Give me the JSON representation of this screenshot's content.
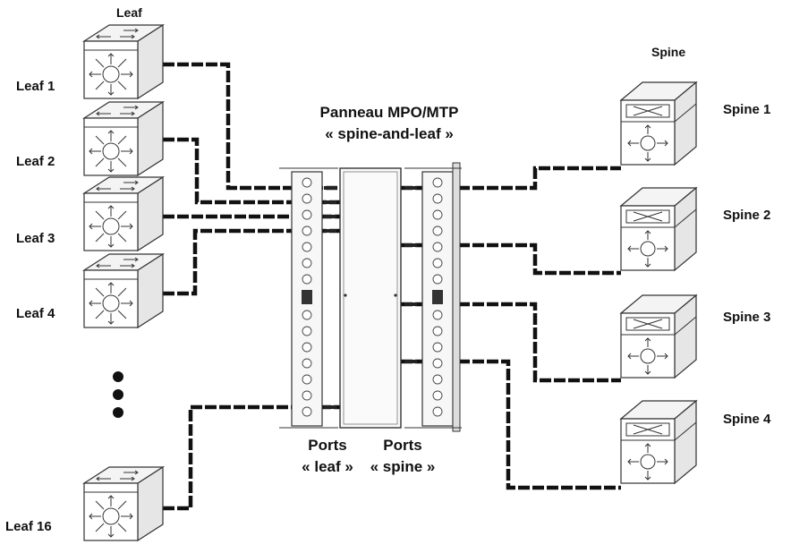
{
  "header": {
    "leaf_group": "Leaf",
    "spine_group": "Spine"
  },
  "panel": {
    "title_line1": "Panneau MPO/MTP",
    "title_line2": "« spine-and-leaf »",
    "ports_leaf_line1": "Ports",
    "ports_leaf_line2": "« leaf »",
    "ports_spine_line1": "Ports",
    "ports_spine_line2": "« spine »"
  },
  "leaves": [
    {
      "label": "Leaf 1"
    },
    {
      "label": "Leaf 2"
    },
    {
      "label": "Leaf 3"
    },
    {
      "label": "Leaf 4"
    },
    {
      "label": "Leaf 16"
    }
  ],
  "spines": [
    {
      "label": "Spine 1"
    },
    {
      "label": "Spine 2"
    },
    {
      "label": "Spine 3"
    },
    {
      "label": "Spine 4"
    }
  ],
  "colors": {
    "cable": "#111111",
    "outline": "#333333"
  },
  "icons": {
    "leaf_switch": "leaf-switch-icon",
    "spine_switch": "spine-switch-icon",
    "ellipsis": "vertical-ellipsis-icon"
  }
}
